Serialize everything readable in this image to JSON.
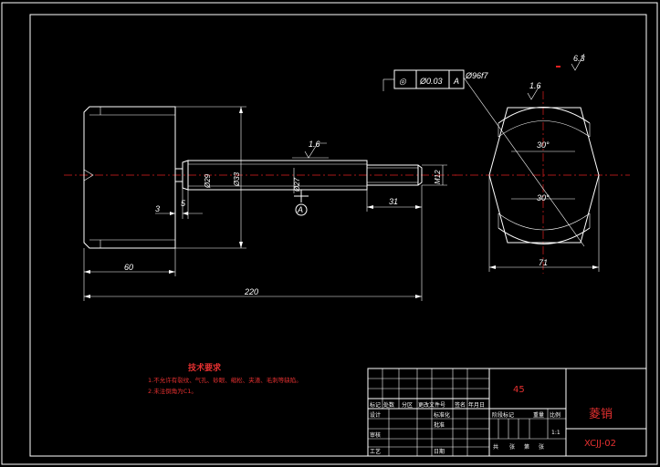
{
  "dimensions": {
    "overall_length": "220",
    "large_section": "60",
    "groove": "3",
    "shoulder": "5",
    "right_step": "31",
    "dia_1": "Ø29",
    "dia_2": "Ø33",
    "dia_3": "Ø27",
    "dia_4": "M12",
    "bore": "Ø96f7",
    "width": "71",
    "angle_top": "30°",
    "angle_bottom": "30°"
  },
  "surface_finish": {
    "shaft": "1.6",
    "top": "1.6",
    "corner": "6.3"
  },
  "tolerance_frame": {
    "symbol": "◎",
    "value": "Ø0.03",
    "datum": "A"
  },
  "datum_label": "A",
  "technical_requirements": {
    "title": "技术要求",
    "lines": [
      "1.不允许有裂纹、气孔、砂眼、缩松、夹渣、毛刺等缺陷。",
      "2.未注倒角为C1。"
    ]
  },
  "title_block": {
    "material": "45",
    "part_name": "菱销",
    "drawing_number": "XCJJ-02",
    "scale": "1:1",
    "header_row": [
      "标记",
      "处数",
      "分区",
      "更改文件号",
      "签名",
      "年月日"
    ],
    "left_labels": [
      "设计",
      "审核",
      "工艺"
    ],
    "mid_labels": [
      "标准化",
      "批准",
      "日期"
    ],
    "right_labels": [
      "阶段标记",
      "重量",
      "比例"
    ],
    "sheet_labels": [
      "共",
      "张",
      "第",
      "张"
    ]
  }
}
